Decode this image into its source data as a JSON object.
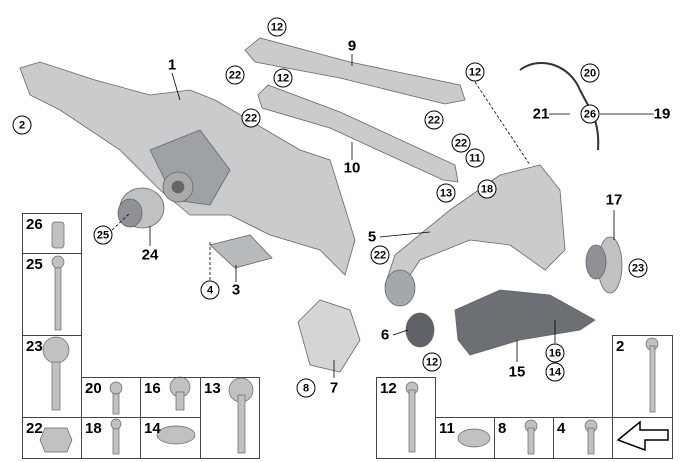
{
  "diagram": {
    "callouts": [
      "1",
      "9",
      "10",
      "24",
      "3",
      "5",
      "6",
      "7",
      "15",
      "17",
      "19",
      "21"
    ],
    "circled_callouts": [
      "2",
      "12",
      "22",
      "12",
      "22",
      "12",
      "22",
      "22",
      "11",
      "13",
      "18",
      "20",
      "26",
      "25",
      "4",
      "22",
      "23",
      "12",
      "8",
      "16",
      "14"
    ],
    "hardware_boxes": [
      "26",
      "25",
      "23",
      "22",
      "20",
      "18",
      "16",
      "14",
      "13",
      "12",
      "11",
      "8",
      "4",
      "2"
    ],
    "colors": {
      "part": "#c9cbcd",
      "part_dark": "#8e9195",
      "outline": "#555555"
    }
  }
}
